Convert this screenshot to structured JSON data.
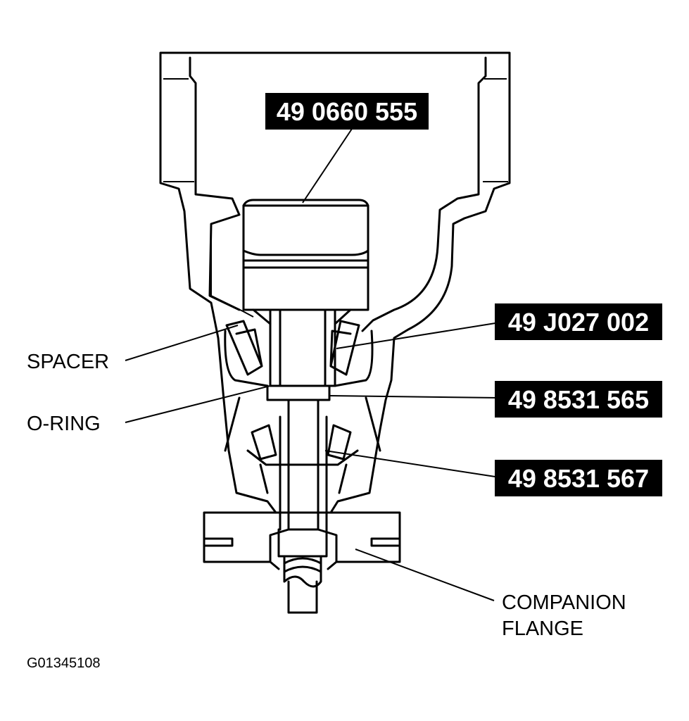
{
  "part_tags": {
    "top": "49 0660 555",
    "upper_right": "49 J027 002",
    "middle_right": "49 8531 565",
    "lower_right": "49 8531 567"
  },
  "labels": {
    "spacer": "SPACER",
    "o_ring": "O-RING",
    "companion_flange_line1": "COMPANION",
    "companion_flange_line2": "FLANGE"
  },
  "figure_id": "G01345108",
  "colors": {
    "ink": "#000000",
    "paper": "#ffffff"
  }
}
